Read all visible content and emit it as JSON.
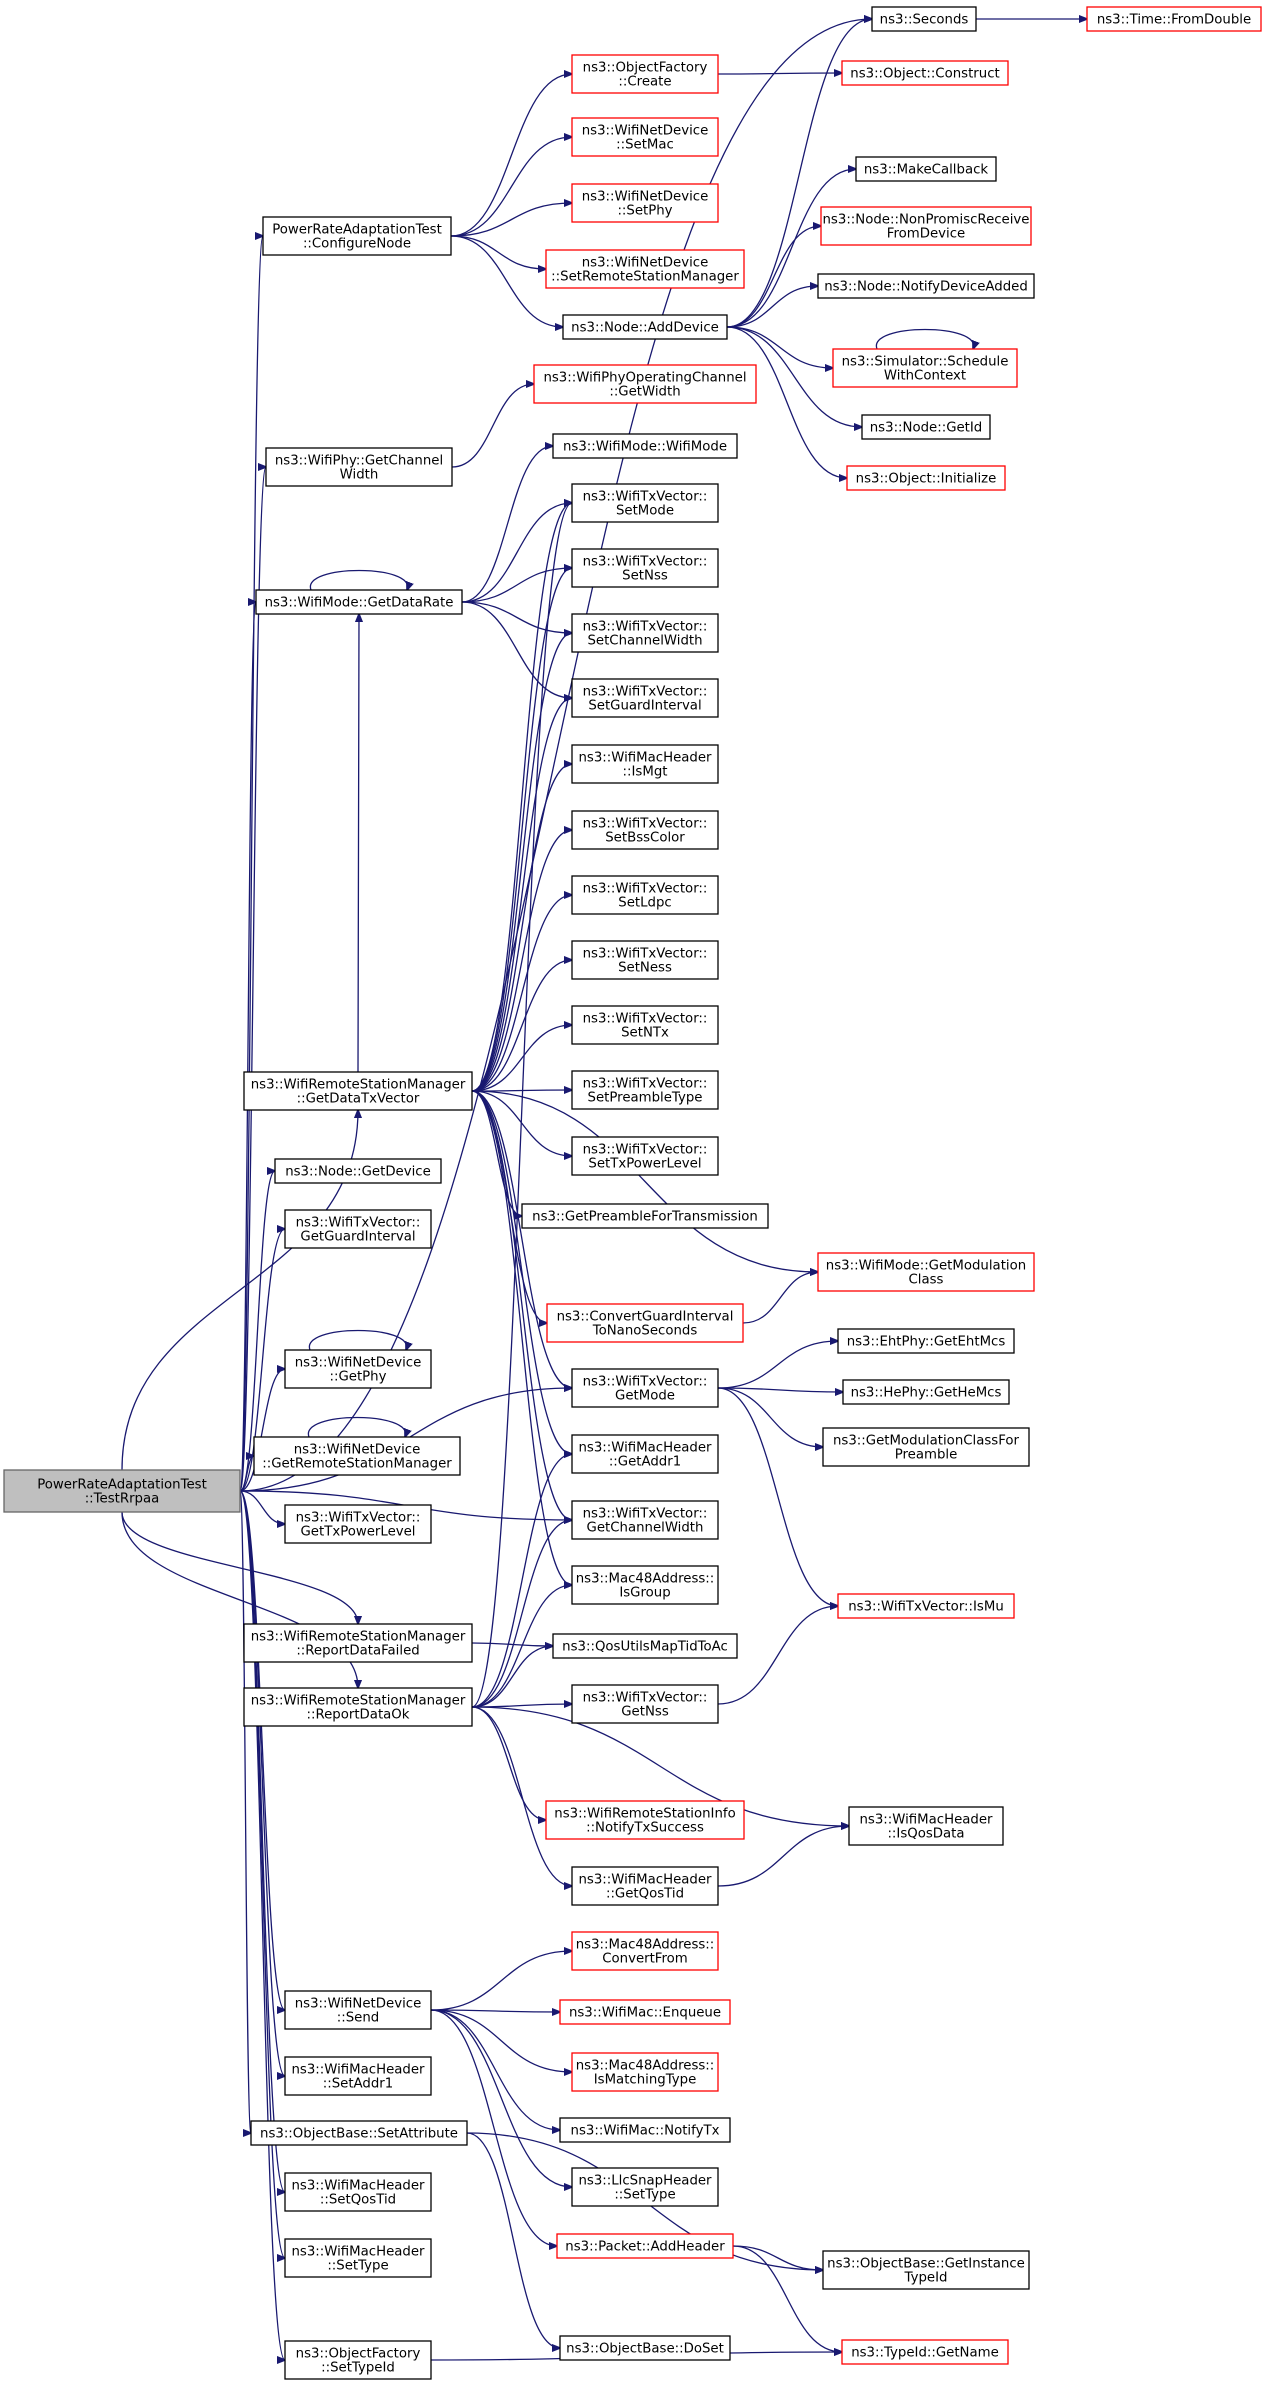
{
  "diagram": {
    "type": "call-graph",
    "edge_color": "#191970",
    "node_colors": {
      "root_fill": "#bfbfbf",
      "default_border": "#000000",
      "truncated_border": "#ff0000"
    },
    "nodes": [
      {
        "id": "root",
        "lines": [
          "PowerRateAdaptationTest",
          "::TestRrpaa"
        ],
        "style": "root"
      },
      {
        "id": "configure",
        "lines": [
          "PowerRateAdaptationTest",
          "::ConfigureNode"
        ],
        "style": "normal"
      },
      {
        "id": "getchw",
        "lines": [
          "ns3::WifiPhy::GetChannel",
          "Width"
        ],
        "style": "normal"
      },
      {
        "id": "getdatarate",
        "lines": [
          "ns3::WifiMode::GetDataRate"
        ],
        "style": "normal"
      },
      {
        "id": "getdatatx",
        "lines": [
          "ns3::WifiRemoteStationManager",
          "::GetDataTxVector"
        ],
        "style": "normal"
      },
      {
        "id": "getdevice",
        "lines": [
          "ns3::Node::GetDevice"
        ],
        "style": "normal"
      },
      {
        "id": "getgi",
        "lines": [
          "ns3::WifiTxVector::",
          "GetGuardInterval"
        ],
        "style": "normal"
      },
      {
        "id": "getphy",
        "lines": [
          "ns3::WifiNetDevice",
          "::GetPhy"
        ],
        "style": "normal"
      },
      {
        "id": "getrsm",
        "lines": [
          "ns3::WifiNetDevice",
          "::GetRemoteStationManager"
        ],
        "style": "normal"
      },
      {
        "id": "gettxpl",
        "lines": [
          "ns3::WifiTxVector::",
          "GetTxPowerLevel"
        ],
        "style": "normal"
      },
      {
        "id": "reportfailed",
        "lines": [
          "ns3::WifiRemoteStationManager",
          "::ReportDataFailed"
        ],
        "style": "normal"
      },
      {
        "id": "reportok",
        "lines": [
          "ns3::WifiRemoteStationManager",
          "::ReportDataOk"
        ],
        "style": "normal"
      },
      {
        "id": "send",
        "lines": [
          "ns3::WifiNetDevice",
          "::Send"
        ],
        "style": "normal"
      },
      {
        "id": "setaddr1",
        "lines": [
          "ns3::WifiMacHeader",
          "::SetAddr1"
        ],
        "style": "normal"
      },
      {
        "id": "setattr",
        "lines": [
          "ns3::ObjectBase::SetAttribute"
        ],
        "style": "normal"
      },
      {
        "id": "setqostid",
        "lines": [
          "ns3::WifiMacHeader",
          "::SetQosTid"
        ],
        "style": "normal"
      },
      {
        "id": "settype",
        "lines": [
          "ns3::WifiMacHeader",
          "::SetType"
        ],
        "style": "normal"
      },
      {
        "id": "settypeid",
        "lines": [
          "ns3::ObjectFactory",
          "::SetTypeId"
        ],
        "style": "normal"
      },
      {
        "id": "seconds",
        "lines": [
          "ns3::Seconds"
        ],
        "style": "normal"
      },
      {
        "id": "fromdouble",
        "lines": [
          "ns3::Time::FromDouble"
        ],
        "style": "red"
      },
      {
        "id": "ofcreate",
        "lines": [
          "ns3::ObjectFactory",
          "::Create"
        ],
        "style": "red"
      },
      {
        "id": "construct",
        "lines": [
          "ns3::Object::Construct"
        ],
        "style": "red"
      },
      {
        "id": "setmac",
        "lines": [
          "ns3::WifiNetDevice",
          "::SetMac"
        ],
        "style": "red"
      },
      {
        "id": "setphy",
        "lines": [
          "ns3::WifiNetDevice",
          "::SetPhy"
        ],
        "style": "red"
      },
      {
        "id": "setrsm",
        "lines": [
          "ns3::WifiNetDevice",
          "::SetRemoteStationManager"
        ],
        "style": "red"
      },
      {
        "id": "adddevice",
        "lines": [
          "ns3::Node::AddDevice"
        ],
        "style": "normal"
      },
      {
        "id": "makecb",
        "lines": [
          "ns3::MakeCallback"
        ],
        "style": "normal"
      },
      {
        "id": "nonpromisc",
        "lines": [
          "ns3::Node::NonPromiscReceive",
          "FromDevice"
        ],
        "style": "red"
      },
      {
        "id": "notifyadded",
        "lines": [
          "ns3::Node::NotifyDeviceAdded"
        ],
        "style": "normal"
      },
      {
        "id": "schedule",
        "lines": [
          "ns3::Simulator::Schedule",
          "WithContext"
        ],
        "style": "red"
      },
      {
        "id": "nodegetid",
        "lines": [
          "ns3::Node::GetId"
        ],
        "style": "normal"
      },
      {
        "id": "objinit",
        "lines": [
          "ns3::Object::Initialize"
        ],
        "style": "red"
      },
      {
        "id": "opchwidth",
        "lines": [
          "ns3::WifiPhyOperatingChannel",
          "::GetWidth"
        ],
        "style": "red"
      },
      {
        "id": "wifimode",
        "lines": [
          "ns3::WifiMode::WifiMode"
        ],
        "style": "normal"
      },
      {
        "id": "setmode",
        "lines": [
          "ns3::WifiTxVector::",
          "SetMode"
        ],
        "style": "normal"
      },
      {
        "id": "setnss",
        "lines": [
          "ns3::WifiTxVector::",
          "SetNss"
        ],
        "style": "normal"
      },
      {
        "id": "setchw",
        "lines": [
          "ns3::WifiTxVector::",
          "SetChannelWidth"
        ],
        "style": "normal"
      },
      {
        "id": "setgi",
        "lines": [
          "ns3::WifiTxVector::",
          "SetGuardInterval"
        ],
        "style": "normal"
      },
      {
        "id": "ismgt",
        "lines": [
          "ns3::WifiMacHeader",
          "::IsMgt"
        ],
        "style": "normal"
      },
      {
        "id": "setbss",
        "lines": [
          "ns3::WifiTxVector::",
          "SetBssColor"
        ],
        "style": "normal"
      },
      {
        "id": "setldpc",
        "lines": [
          "ns3::WifiTxVector::",
          "SetLdpc"
        ],
        "style": "normal"
      },
      {
        "id": "setness",
        "lines": [
          "ns3::WifiTxVector::",
          "SetNess"
        ],
        "style": "normal"
      },
      {
        "id": "setntx",
        "lines": [
          "ns3::WifiTxVector::",
          "SetNTx"
        ],
        "style": "normal"
      },
      {
        "id": "setpre",
        "lines": [
          "ns3::WifiTxVector::",
          "SetPreambleType"
        ],
        "style": "normal"
      },
      {
        "id": "settxpl",
        "lines": [
          "ns3::WifiTxVector::",
          "SetTxPowerLevel"
        ],
        "style": "normal"
      },
      {
        "id": "getpre",
        "lines": [
          "ns3::GetPreambleForTransmission"
        ],
        "style": "normal"
      },
      {
        "id": "getmodclass",
        "lines": [
          "ns3::WifiMode::GetModulation",
          "Class"
        ],
        "style": "red"
      },
      {
        "id": "convgi",
        "lines": [
          "ns3::ConvertGuardInterval",
          "ToNanoSeconds"
        ],
        "style": "red"
      },
      {
        "id": "getmode",
        "lines": [
          "ns3::WifiTxVector::",
          "GetMode"
        ],
        "style": "normal"
      },
      {
        "id": "ehtmcs",
        "lines": [
          "ns3::EhtPhy::GetEhtMcs"
        ],
        "style": "normal"
      },
      {
        "id": "hemcs",
        "lines": [
          "ns3::HePhy::GetHeMcs"
        ],
        "style": "normal"
      },
      {
        "id": "modclasspre",
        "lines": [
          "ns3::GetModulationClassFor",
          "Preamble"
        ],
        "style": "normal"
      },
      {
        "id": "getaddr1",
        "lines": [
          "ns3::WifiMacHeader",
          "::GetAddr1"
        ],
        "style": "normal"
      },
      {
        "id": "getchw2",
        "lines": [
          "ns3::WifiTxVector::",
          "GetChannelWidth"
        ],
        "style": "normal"
      },
      {
        "id": "isgroup",
        "lines": [
          "ns3::Mac48Address::",
          "IsGroup"
        ],
        "style": "normal"
      },
      {
        "id": "ismu",
        "lines": [
          "ns3::WifiTxVector::IsMu"
        ],
        "style": "red"
      },
      {
        "id": "qosmap",
        "lines": [
          "ns3::QosUtilsMapTidToAc"
        ],
        "style": "normal"
      },
      {
        "id": "getnss",
        "lines": [
          "ns3::WifiTxVector::",
          "GetNss"
        ],
        "style": "normal"
      },
      {
        "id": "notifytx",
        "lines": [
          "ns3::WifiRemoteStationInfo",
          "::NotifyTxSuccess"
        ],
        "style": "red"
      },
      {
        "id": "isqosdata",
        "lines": [
          "ns3::WifiMacHeader",
          "::IsQosData"
        ],
        "style": "normal"
      },
      {
        "id": "getqostid",
        "lines": [
          "ns3::WifiMacHeader",
          "::GetQosTid"
        ],
        "style": "normal"
      },
      {
        "id": "convfrom",
        "lines": [
          "ns3::Mac48Address::",
          "ConvertFrom"
        ],
        "style": "red"
      },
      {
        "id": "enqueue",
        "lines": [
          "ns3::WifiMac::Enqueue"
        ],
        "style": "red"
      },
      {
        "id": "ismatch",
        "lines": [
          "ns3::Mac48Address::",
          "IsMatchingType"
        ],
        "style": "red"
      },
      {
        "id": "macnotifytx",
        "lines": [
          "ns3::WifiMac::NotifyTx"
        ],
        "style": "normal"
      },
      {
        "id": "llcsettype",
        "lines": [
          "ns3::LlcSnapHeader",
          "::SetType"
        ],
        "style": "normal"
      },
      {
        "id": "addheader",
        "lines": [
          "ns3::Packet::AddHeader"
        ],
        "style": "red"
      },
      {
        "id": "getinst",
        "lines": [
          "ns3::ObjectBase::GetInstance",
          "TypeId"
        ],
        "style": "normal"
      },
      {
        "id": "doset",
        "lines": [
          "ns3::ObjectBase::DoSet"
        ],
        "style": "normal"
      },
      {
        "id": "getname",
        "lines": [
          "ns3::TypeId::GetName"
        ],
        "style": "red"
      }
    ]
  }
}
